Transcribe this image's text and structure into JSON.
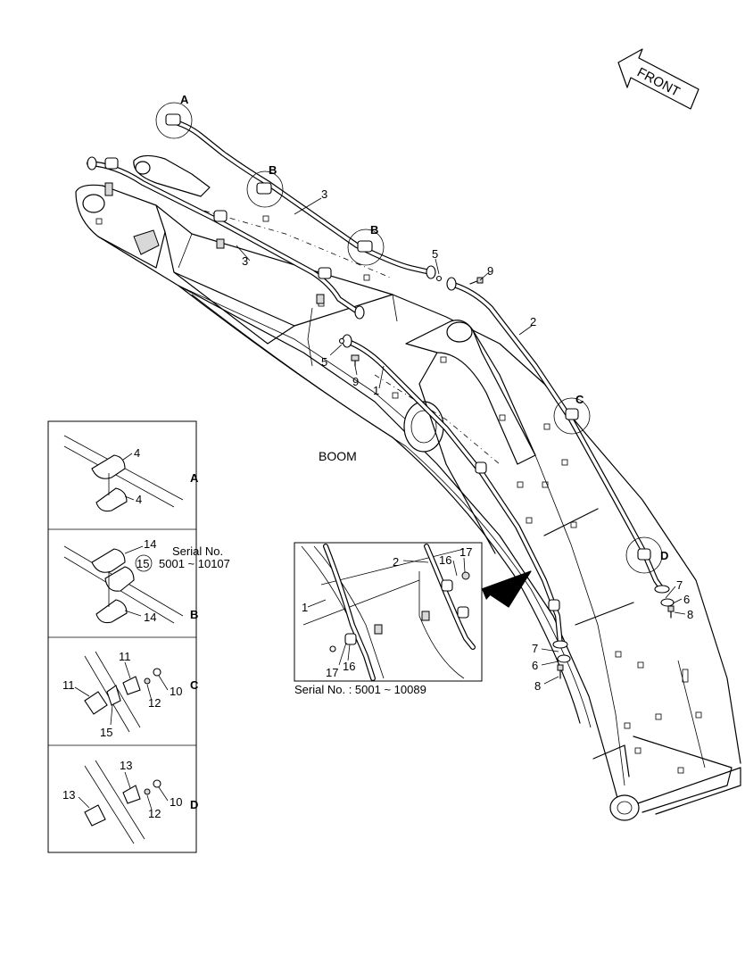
{
  "direction": {
    "label": "FRONT"
  },
  "main": {
    "component": "BOOM"
  },
  "callouts": {
    "p1a": "1",
    "p1b": "1",
    "p2a": "2",
    "p2b": "2",
    "p3a": "3",
    "p3b": "3",
    "p5a": "5",
    "p5b": "5",
    "p6a": "6",
    "p6b": "6",
    "p7a": "7",
    "p7b": "7",
    "p8a": "8",
    "p8b": "8",
    "p9a": "9",
    "p9b": "9",
    "p16a": "16",
    "p16b": "16",
    "p17a": "17",
    "p17b": "17"
  },
  "detail_marks": {
    "A1": "A",
    "B1": "B",
    "B2": "B",
    "C1": "C",
    "D1": "D"
  },
  "inset": {
    "serial": "Serial No. : 5001 ~ 10089"
  },
  "details": [
    {
      "letter": "A",
      "parts": [
        "4",
        "4"
      ]
    },
    {
      "letter": "B",
      "parts": [
        "14",
        "15",
        "14"
      ],
      "serial_line1": "Serial No.",
      "serial_line2": "5001 ~ 10107"
    },
    {
      "letter": "C",
      "parts": [
        "11",
        "11",
        "10",
        "12",
        "15"
      ]
    },
    {
      "letter": "D",
      "parts": [
        "13",
        "13",
        "10",
        "12"
      ]
    }
  ]
}
